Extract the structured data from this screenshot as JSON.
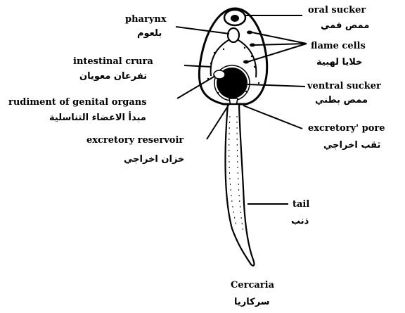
{
  "labels": {
    "pharynx": {
      "en": "pharynx",
      "ar": "بلعوم"
    },
    "oral_sucker": {
      "en": "oral sucker",
      "ar": "ممص فمي"
    },
    "flame_cells": {
      "en": "flame cells",
      "ar": "خلايا لهبية"
    },
    "intestinal_crura": {
      "en": "intestinal crura",
      "ar": "تفرعان معويان"
    },
    "ventral_sucker": {
      "en": "ventral sucker",
      "ar": "ممص بطني"
    },
    "genital_rudiment": {
      "en": "rudiment of genital organs",
      "ar": "مبدأ الاعضاء التناسلية"
    },
    "excretory_pore": {
      "en": "excretory' pore",
      "ar": "ثقب اخراجي"
    },
    "excretory_reservoir": {
      "en": "excretory reservoir",
      "ar": "خزان اخراجي"
    },
    "tail": {
      "en": "tail",
      "ar": "ذنب"
    }
  },
  "caption": {
    "en": "Cercaria",
    "ar": "سركاريا"
  }
}
